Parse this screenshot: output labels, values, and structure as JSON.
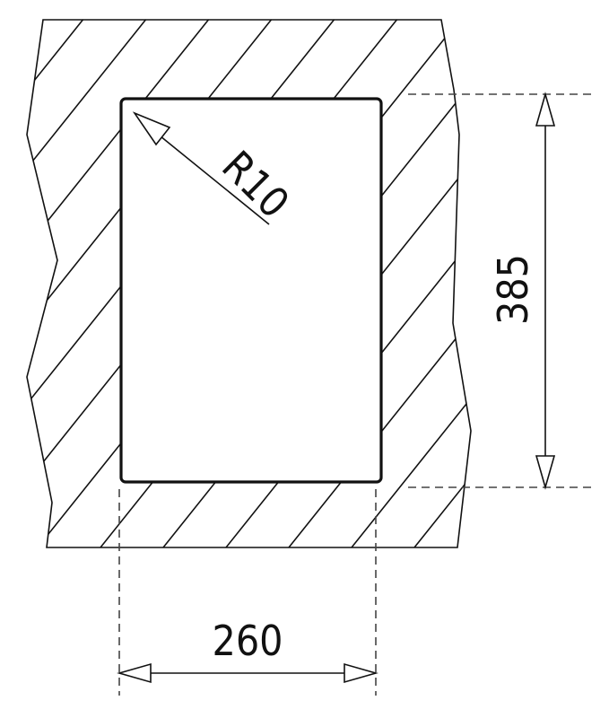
{
  "drawing": {
    "corner_radius_label": "R10",
    "height_dimension": "385",
    "width_dimension": "260",
    "line_color": "#111111",
    "dash_color": "#444444"
  }
}
